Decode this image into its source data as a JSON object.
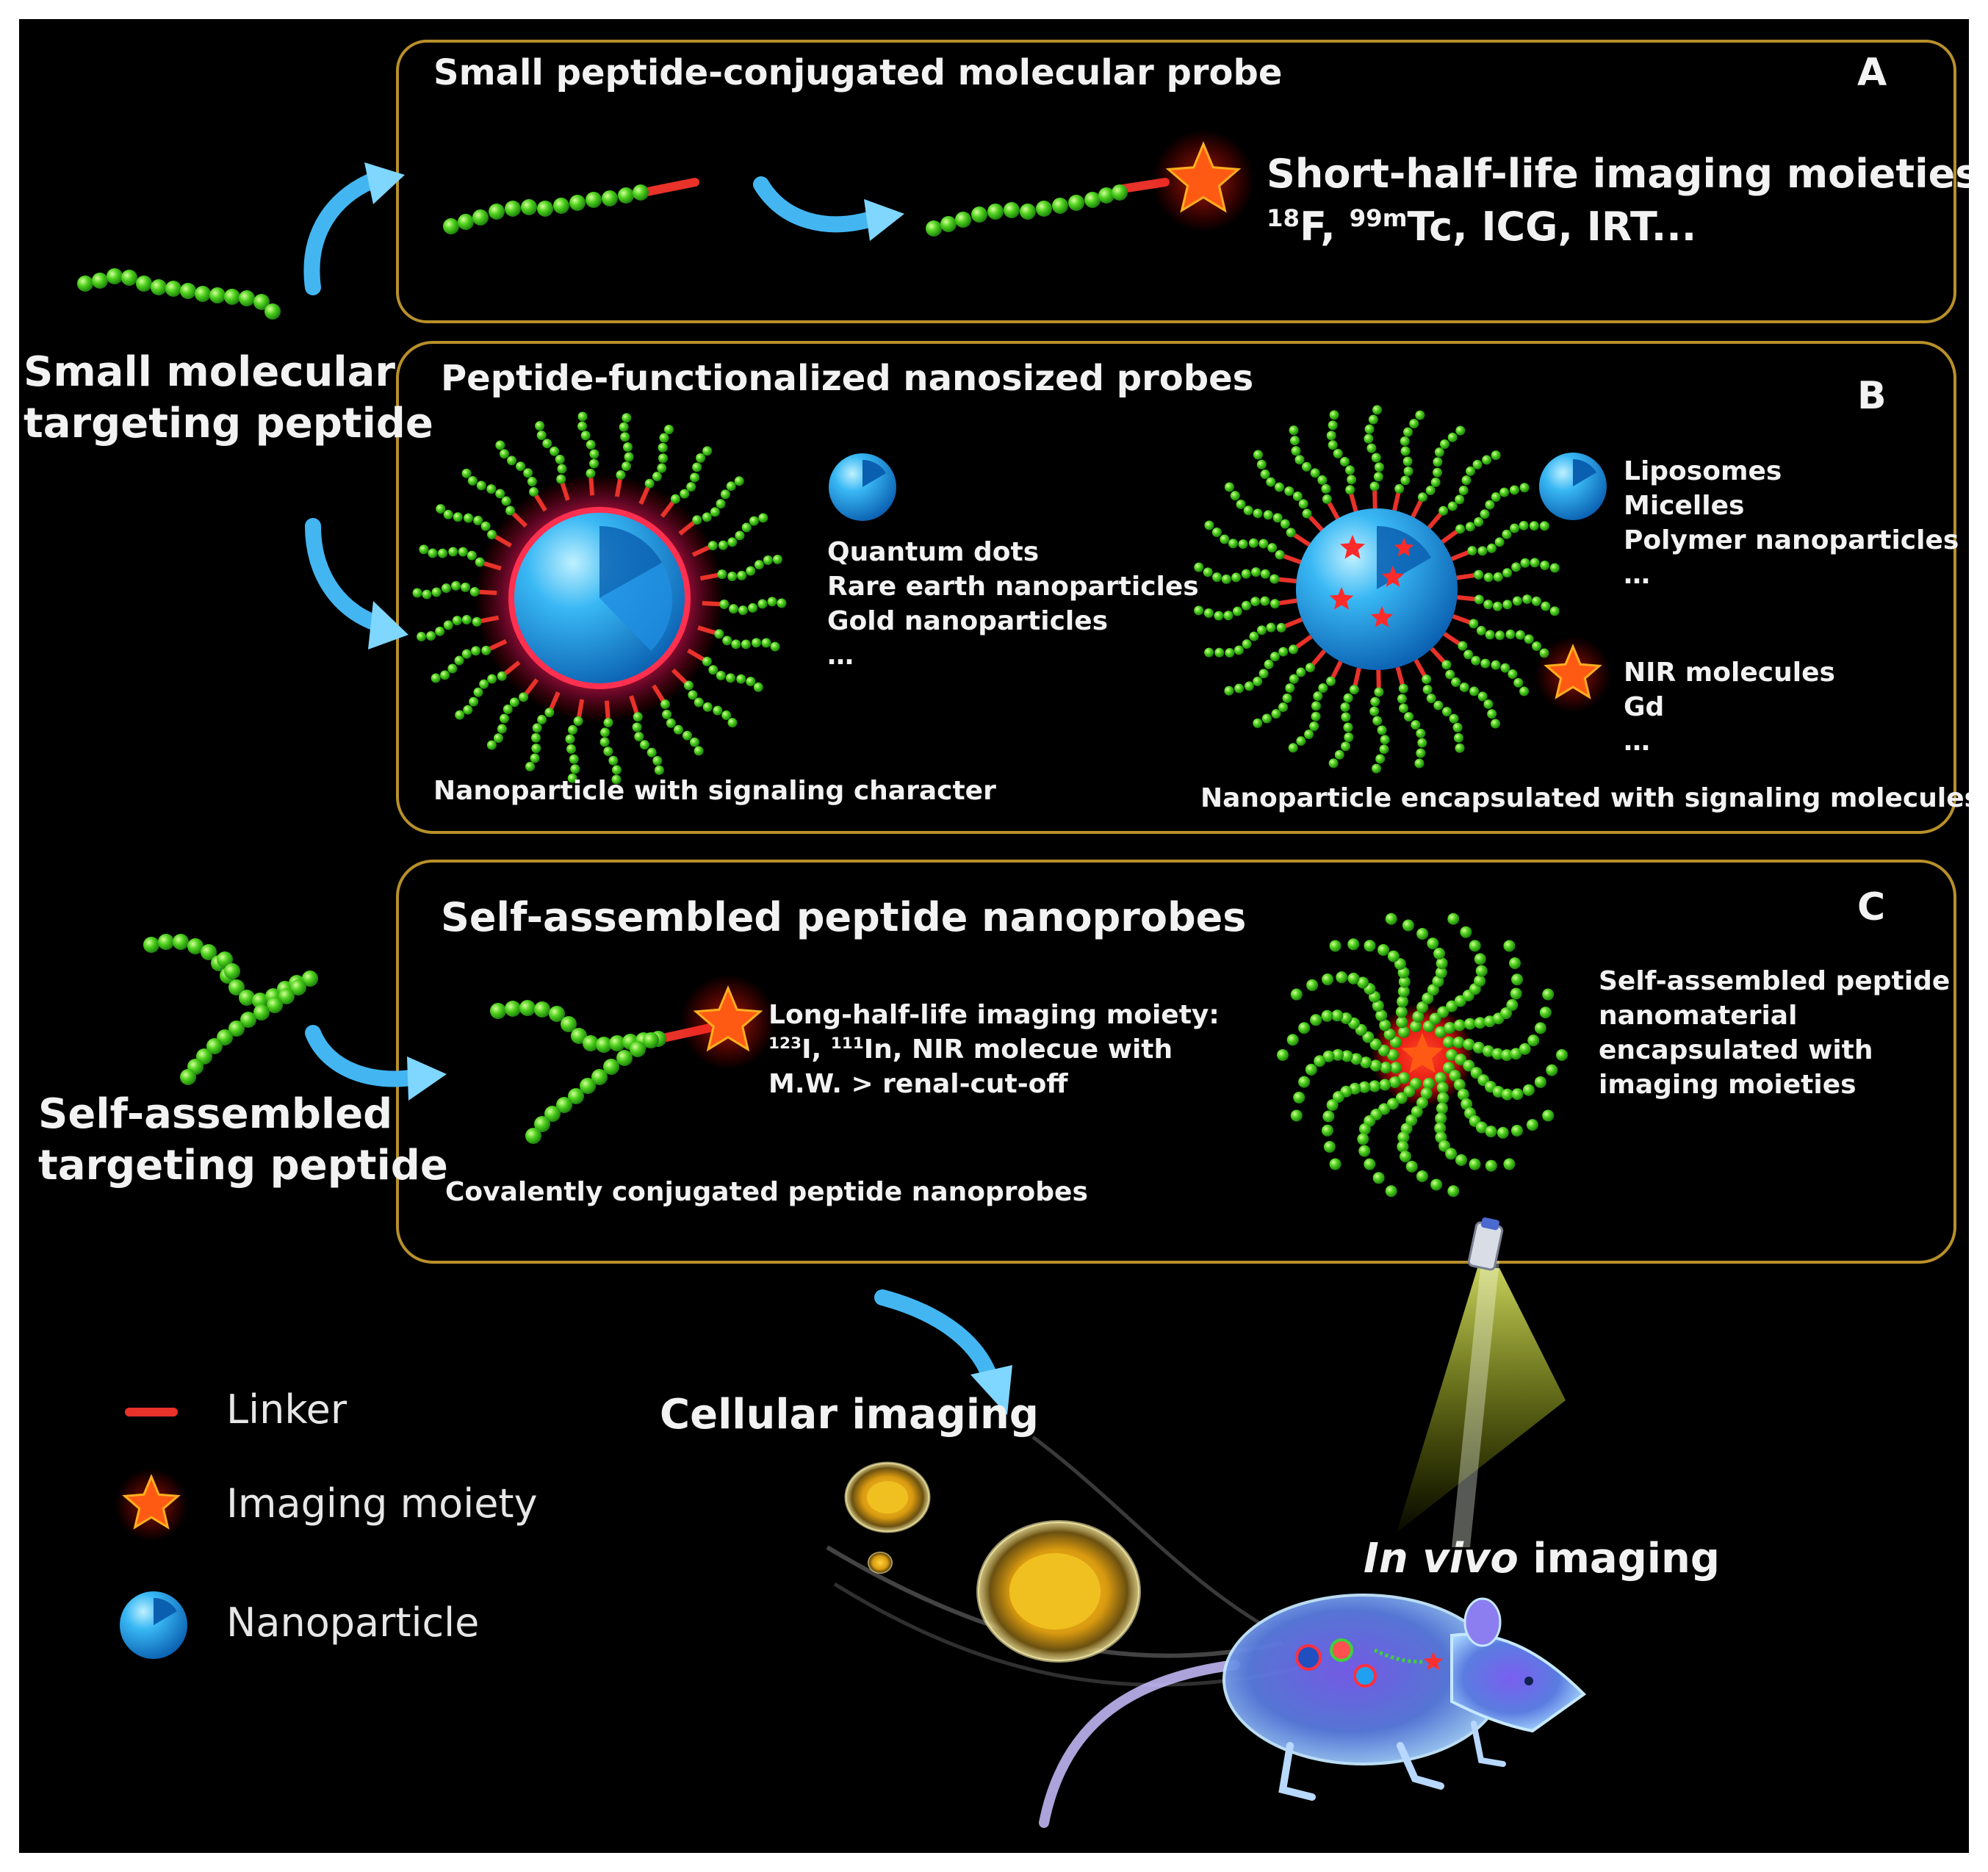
{
  "panels": {
    "a": {
      "letter": "A",
      "title": "Small peptide-conjugated molecular probe",
      "moieties_heading": "Short-half-life imaging moieties:",
      "moieties": {
        "iso1_mass": "18",
        "iso1_symbol": "F,",
        "iso2_mass": "99m",
        "iso2_symbol": "Tc,",
        "rest": "ICG, IRT..."
      }
    },
    "b": {
      "letter": "B",
      "title": "Peptide-functionalized nanosized probes",
      "left_items": [
        "Quantum dots",
        "Rare earth nanoparticles",
        "Gold nanoparticles",
        "…"
      ],
      "left_caption": "Nanoparticle with signaling character",
      "right_carriers": [
        "Liposomes",
        "Micelles",
        "Polymer nanoparticles",
        "…"
      ],
      "right_signals": [
        "NIR molecules",
        "Gd",
        "…"
      ],
      "right_caption": "Nanoparticle encapsulated with signaling molecules"
    },
    "c": {
      "letter": "C",
      "title": "Self-assembled peptide nanoprobes",
      "moiety_heading": "Long-half-life imaging moiety:",
      "moiety_line2": {
        "iso1_mass": "123",
        "iso1_symbol": "I,",
        "iso2_mass": "111",
        "iso2_symbol": "In, NIR molecue with"
      },
      "moiety_line3": "M.W. > renal-cut-off",
      "left_caption": "Covalently conjugated peptide nanoprobes",
      "right_description": [
        "Self-assembled peptide",
        "nanomaterial",
        "encapsulated with",
        "imaging moieties"
      ]
    }
  },
  "side_labels": {
    "small_peptide": [
      "Small molecular",
      "targeting peptide"
    ],
    "self_assembled": [
      "Self-assembled",
      "targeting peptide"
    ]
  },
  "bottom": {
    "cellular_imaging": "Cellular imaging",
    "in_vivo_italic": "In vivo",
    "in_vivo_rest": "imaging"
  },
  "legend": [
    {
      "icon": "linker-icon",
      "label": "Linker"
    },
    {
      "icon": "star-icon",
      "label": "Imaging moiety"
    },
    {
      "icon": "nanoparticle-icon",
      "label": "Nanoparticle"
    }
  ],
  "colors": {
    "background": "#000000",
    "panel_border": "#b8902a",
    "peptide_bead": "#3ec51e",
    "linker": "#e8322a",
    "imaging_star": "#ff5a14",
    "nanoparticle": "#1aa6ee",
    "arrow": "#43b6f2",
    "text": "#f2f2f2"
  }
}
